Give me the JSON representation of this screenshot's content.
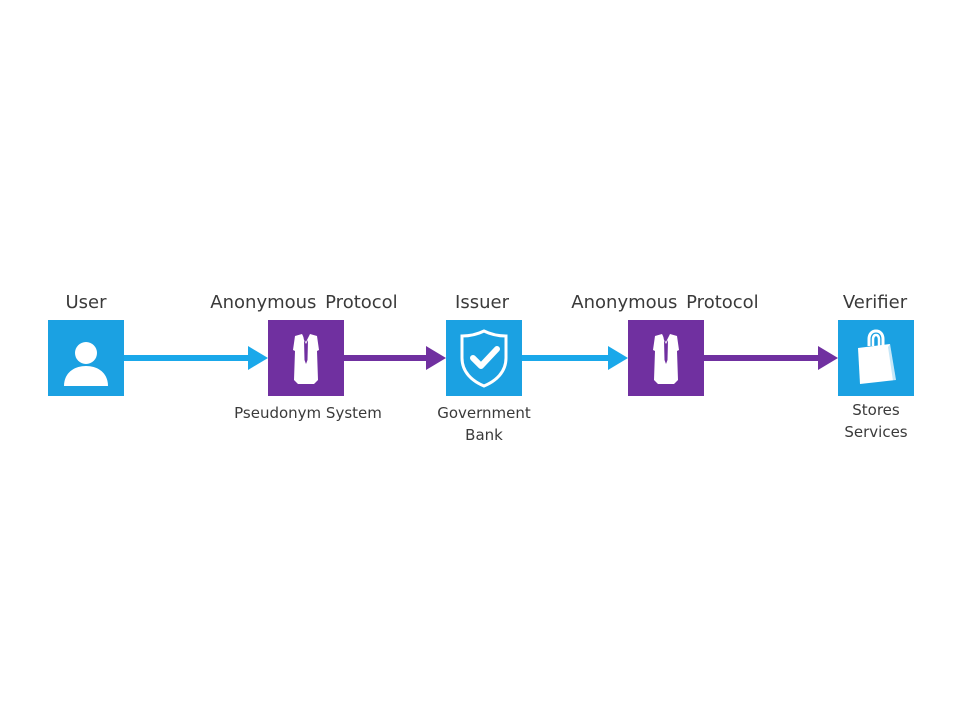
{
  "colors": {
    "blue": "#1aa8ea",
    "purple": "#7030a0",
    "tile_blue": "#1ba1e2",
    "tile_purple": "#7030a0",
    "icon": "#ffffff"
  },
  "nodes": [
    {
      "id": "user",
      "title": "User",
      "captions": [],
      "color": "tile_blue",
      "icon": "user-icon"
    },
    {
      "id": "protocol-1",
      "title": "Anonymous Protocol",
      "captions": [
        "Pseudonym System"
      ],
      "color": "tile_purple",
      "icon": "suit-icon"
    },
    {
      "id": "issuer",
      "title": "Issuer",
      "captions": [
        "Government",
        "Bank"
      ],
      "color": "tile_blue",
      "icon": "shield-check-icon"
    },
    {
      "id": "protocol-2",
      "title": "Anonymous Protocol",
      "captions": [],
      "color": "tile_purple",
      "icon": "suit-icon"
    },
    {
      "id": "verifier",
      "title": "Verifier",
      "captions": [
        "Stores",
        "Services"
      ],
      "color": "tile_blue",
      "icon": "shopping-bag-icon"
    }
  ],
  "edges": [
    {
      "from": "user",
      "to": "protocol-1",
      "color": "blue"
    },
    {
      "from": "protocol-1",
      "to": "issuer",
      "color": "purple"
    },
    {
      "from": "issuer",
      "to": "protocol-2",
      "color": "blue"
    },
    {
      "from": "protocol-2",
      "to": "verifier",
      "color": "purple"
    }
  ]
}
